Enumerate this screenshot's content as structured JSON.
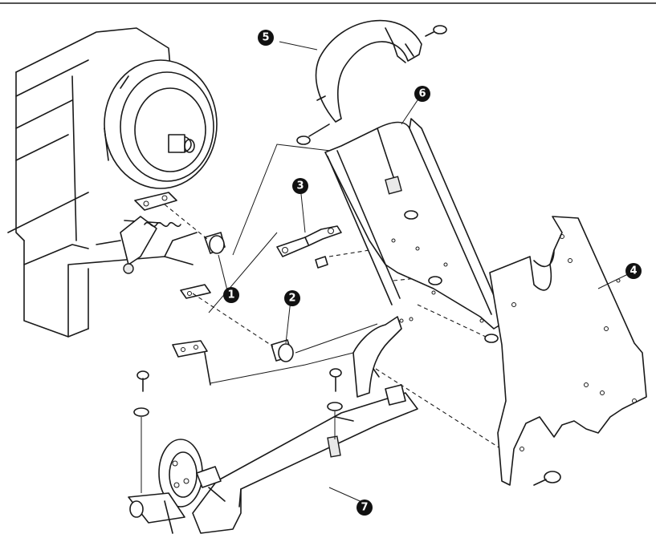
{
  "callouts": [
    {
      "id": "part-1",
      "label": "1"
    },
    {
      "id": "part-2",
      "label": "2"
    },
    {
      "id": "part-3",
      "label": "3"
    },
    {
      "id": "part-4",
      "label": "4"
    },
    {
      "id": "part-5",
      "label": "5"
    },
    {
      "id": "part-6",
      "label": "6"
    },
    {
      "id": "part-7",
      "label": "7"
    }
  ],
  "colors": {
    "ink": "#1a1a1a",
    "badge": "#111111",
    "background": "#ffffff"
  }
}
